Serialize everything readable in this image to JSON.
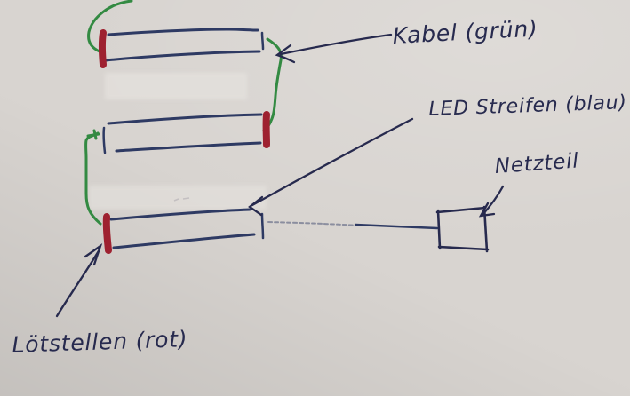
{
  "labels": {
    "cable": "Kabel (grün)",
    "led_strip": "LED Streifen (blau)",
    "power_supply": "Netzteil",
    "solder_joints": "Lötstellen (rot)"
  },
  "colors": {
    "ink": "#272a4e",
    "led_strip_blue": "#2e3a63",
    "cable_green": "#338a42",
    "solder_red": "#9e2130",
    "paper": "#d8d4d0"
  },
  "diagram": {
    "type": "hand-drawn wiring sketch on paper",
    "led_strip_count": 3,
    "description": "Three horizontal LED strips connected in series by green cables with red solder joints at alternating ends; the bottom strip is wired to a rectangular power supply box on the right."
  }
}
